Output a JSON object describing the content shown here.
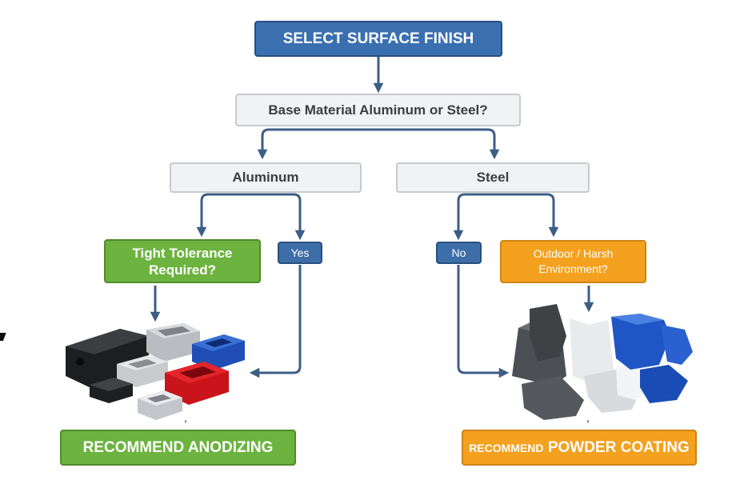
{
  "flow": {
    "title": "SELECT SURFACE FINISH",
    "question_material": "Base Material Aluminum or Steel?",
    "option_aluminum": "Aluminum",
    "option_steel": "Steel",
    "question_tolerance": "Tight Tolerance Required?",
    "answer_yes": "Yes",
    "answer_no": "No",
    "question_environment": "Outdoor / Harsh Environment?",
    "result_anodizing": "RECOMMEND ANODIZING",
    "result_powder_prefix": "RECOMMEND",
    "result_powder_main": "POWDER COATING"
  },
  "colors": {
    "title_blue": "#3a6fb0",
    "green": "#6cb33f",
    "orange": "#f3a11f",
    "arrow": "#3d5d85"
  }
}
